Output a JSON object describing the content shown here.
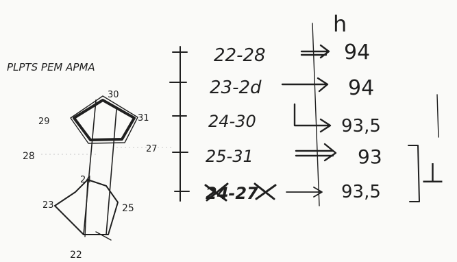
{
  "heading": "PLPTS PEM APMA",
  "column_header": "h",
  "vertex_labels": {
    "v22": "22",
    "v23": "23",
    "v24": "24",
    "v25": "25",
    "v27": "27",
    "v28": "28",
    "v29": "29",
    "v30": "30",
    "v31": "31"
  },
  "rows": [
    {
      "range": "22-28",
      "value": "94"
    },
    {
      "range": "23-2d",
      "value": "94"
    },
    {
      "range": "24-30",
      "value": "93,5"
    },
    {
      "range": "25-31",
      "value": "93"
    },
    {
      "range": "24-27",
      "value": "93,5"
    }
  ],
  "side_mark": "⊥"
}
